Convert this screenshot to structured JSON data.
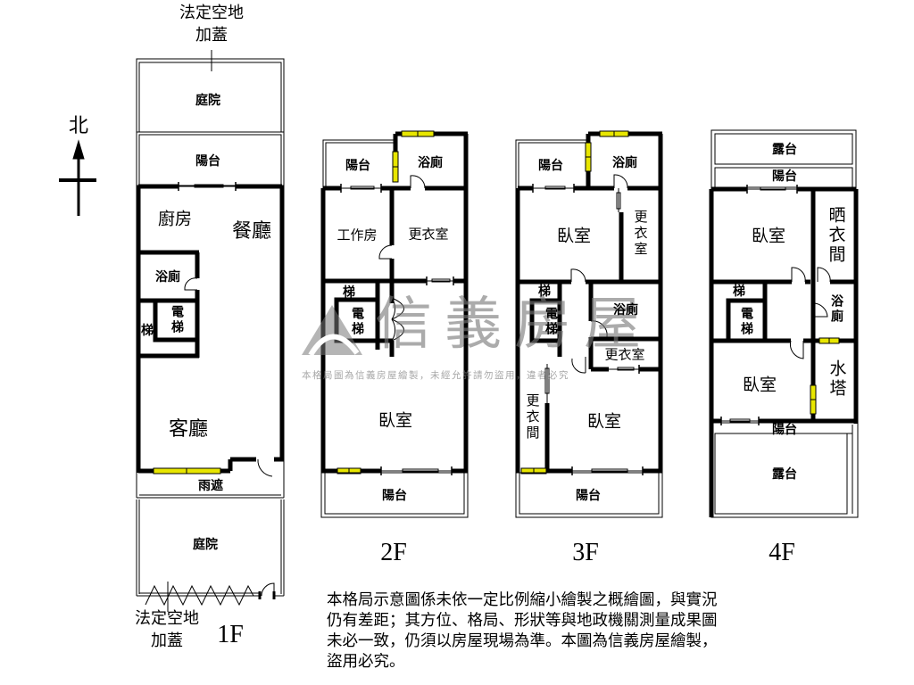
{
  "diagram": {
    "type": "floor_plan",
    "north_label": "北",
    "floors": [
      {
        "id": "1F",
        "label": "1F",
        "rooms": [
          "庭院",
          "陽台",
          "廚房",
          "餐廳",
          "浴廁",
          "電梯",
          "梯",
          "客廳",
          "雨遮",
          "庭院"
        ],
        "annotations": [
          "法定空地加蓋",
          "法定空地加蓋"
        ]
      },
      {
        "id": "2F",
        "label": "2F",
        "rooms": [
          "陽台",
          "浴廁",
          "工作房",
          "更衣室",
          "梯",
          "電梯",
          "臥室",
          "陽台"
        ]
      },
      {
        "id": "3F",
        "label": "3F",
        "rooms": [
          "陽台",
          "浴廁",
          "臥室",
          "更衣室",
          "梯",
          "電梯",
          "浴廁",
          "更衣室",
          "更衣間",
          "臥室",
          "陽台"
        ]
      },
      {
        "id": "4F",
        "label": "4F",
        "rooms": [
          "露台",
          "陽台",
          "臥室",
          "晒衣間",
          "梯",
          "電梯",
          "浴廁",
          "臥室",
          "水塔",
          "陽台",
          "露台"
        ]
      }
    ]
  },
  "labels": {
    "north": "北",
    "f1": {
      "annot_top_1": "法定空地",
      "annot_top_2": "加蓋",
      "yard_top": "庭院",
      "balcony": "陽台",
      "kitchen": "廚房",
      "dining": "餐廳",
      "bath": "浴廁",
      "elevator": "電梯",
      "stairs": "梯",
      "living": "客廳",
      "canopy": "雨遮",
      "yard_bottom": "庭院",
      "annot_bot_1": "法定空地",
      "annot_bot_2": "加蓋",
      "floor": "1F"
    },
    "f2": {
      "balcony_top": "陽台",
      "bath": "浴廁",
      "workroom": "工作房",
      "closet": "更衣室",
      "stairs": "梯",
      "elevator": "電梯",
      "bedroom": "臥室",
      "balcony_bottom": "陽台",
      "floor": "2F"
    },
    "f3": {
      "balcony_top": "陽台",
      "bath_top": "浴廁",
      "bedroom_top": "臥室",
      "closet_top": "更衣室",
      "stairs": "梯",
      "elevator": "電梯",
      "bath_mid": "浴廁",
      "closet_mid": "更衣室",
      "closet_side": "更衣間",
      "bedroom_bottom": "臥室",
      "balcony_bottom": "陽台",
      "floor": "3F"
    },
    "f4": {
      "terrace_top": "露台",
      "balcony_top": "陽台",
      "bedroom_top": "臥室",
      "drying": "晒衣間",
      "stairs": "梯",
      "elevator": "電梯",
      "bath": "浴廁",
      "bedroom_bottom": "臥室",
      "water_tower": "水塔",
      "balcony_bottom": "陽台",
      "terrace_bottom": "露台",
      "floor": "4F"
    }
  },
  "watermark": {
    "brand": "信義房屋",
    "notice": "本格局圖為信義房屋繪製，未經允許請勿盜用，違者必究"
  },
  "disclaimer": "本格局示意圖係未依一定比例縮小繪製之概繪圖，與實況仍有差距；其方位、格局、形狀等與地政機關測量成果圖未必一致，仍須以房屋現場為準。本圖為信義房屋繪製，盜用必究。",
  "colors": {
    "wall": "#000000",
    "window": "#e8e600",
    "watermark": "#808080",
    "background": "#ffffff"
  }
}
